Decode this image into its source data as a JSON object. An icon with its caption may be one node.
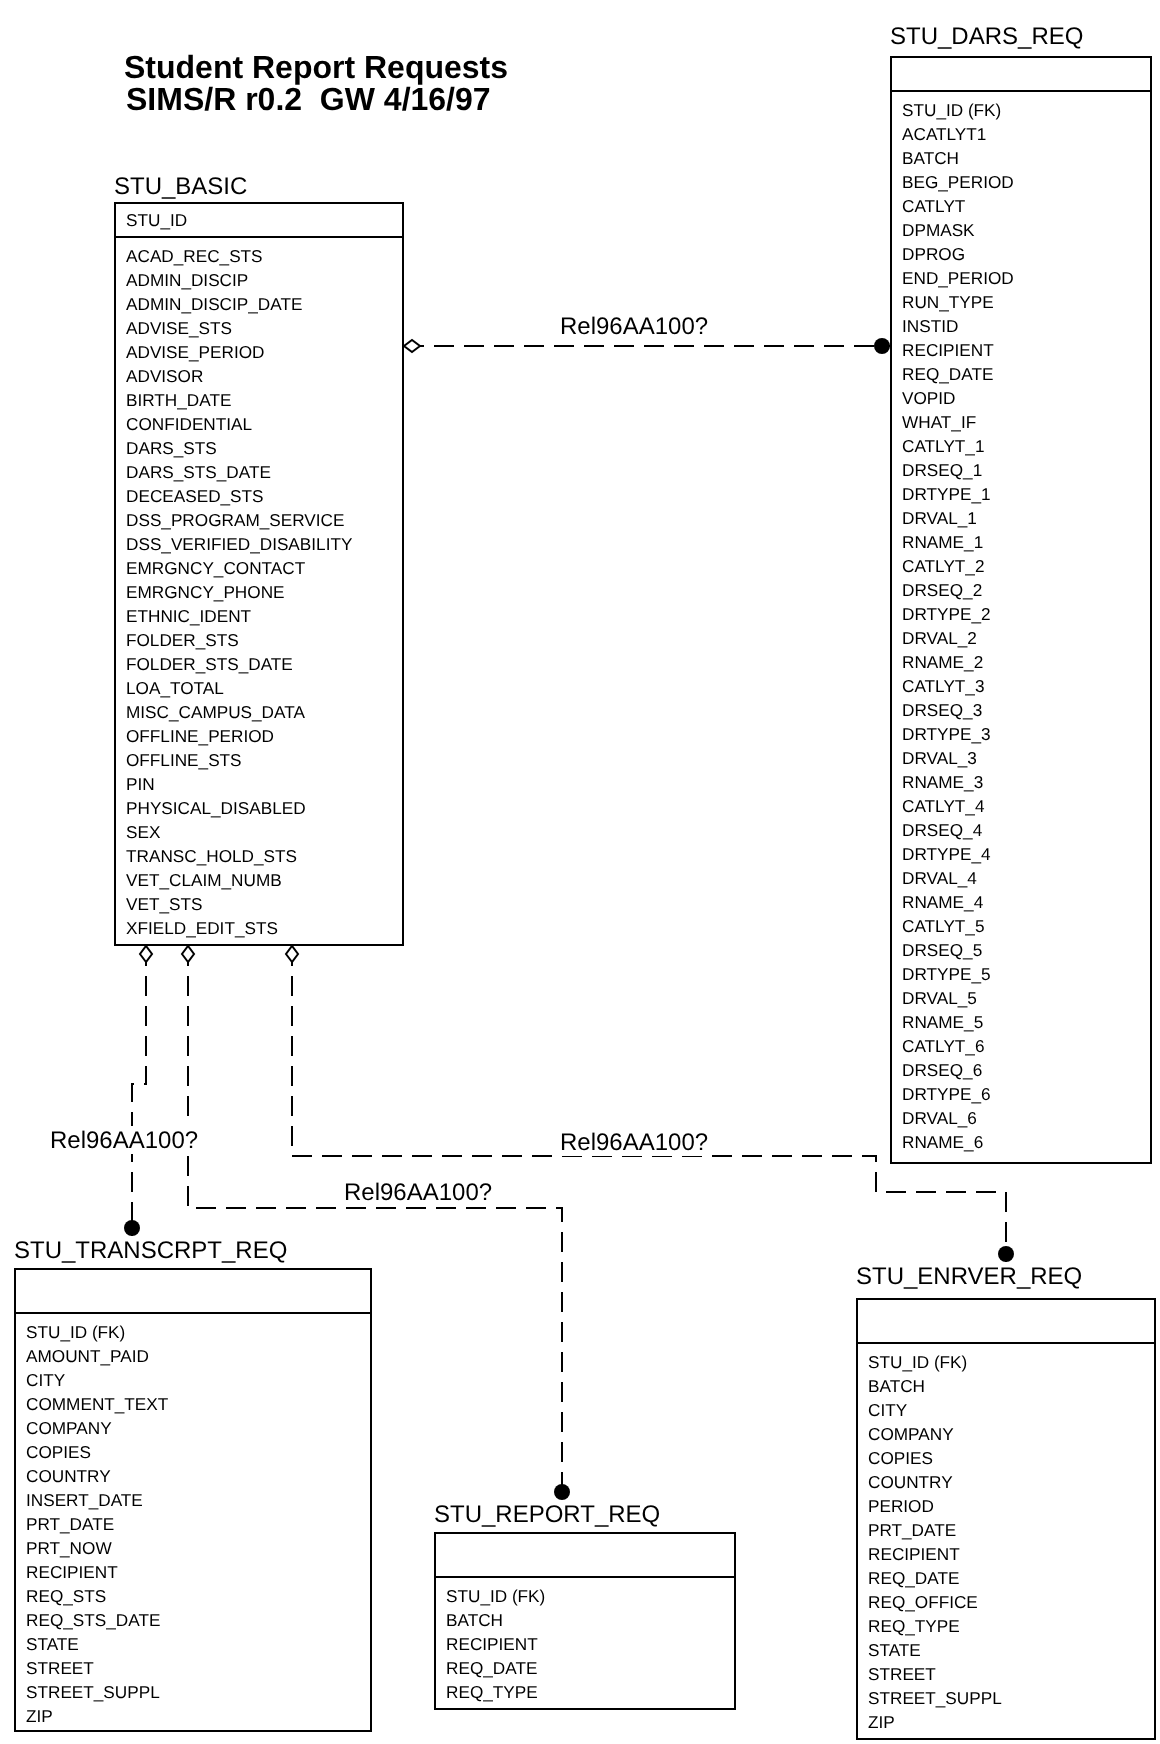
{
  "diagram": {
    "title": "Student Report Requests",
    "nodes": [
      {
        "text": [
          "STU_BASIC"
        ]
      },
      {
        "text": [
          "STU_ID"
        ],
        "in": 0
      },
      {
        "text": [
          "ACAD_REC_STS",
          "ADMIN_DISCIP",
          "ADMIN_DISCIP_DATE",
          "ADVISE_STS",
          "ADVISE_PERIOD",
          "ADVISOR",
          "BIRTH_DATE",
          "CONFIDENTIAL",
          "DARS_STS",
          "DARS_STS_DATE",
          "DECEASED_STS",
          "DSS_PROGRAM_SERVICE",
          "DSS_VERIFIED_DISABILITY",
          "EMRGNCY_CONTACT",
          "EMRGNCY_PHONE",
          "ETHNIC_IDENT",
          "FOLDER_STS",
          "FOLDER_STS_DATE",
          "LOA_TOTAL",
          "MISC_CAMPUS_DATA",
          "OFFLINE_PERIOD",
          "OFFLINE_STS",
          "PIN",
          "PHYSICAL_DISABLED",
          "SEX",
          "TRANSC_HOLD_STS",
          "VET_CLAIM_NUMB",
          "VET_STS",
          "XFIELD_EDIT_STS"
        ],
        "in": 0
      },
      {
        "text": [
          "STU_DARS_REQ"
        ]
      },
      {
        "text": [],
        "shape": "box",
        "in": 3
      },
      {
        "text": [
          "STU_ID (FK)",
          "ACATLYT1",
          "BATCH",
          "BEG_PERIOD",
          "CATLYT",
          "DPMASK",
          "DPROG",
          "END_PERIOD",
          "RUN_TYPE",
          "INSTID",
          "RECIPIENT",
          "REQ_DATE",
          "VOPID",
          "WHAT_IF",
          "CATLYT_1",
          "DRSEQ_1",
          "DRTYPE_1",
          "DRVAL_1",
          "RNAME_1",
          "CATLYT_2",
          "DRSEQ_2",
          "DRTYPE_2",
          "DRVAL_2",
          "RNAME_2",
          "CATLYT_3",
          "DRSEQ_3",
          "DRTYPE_3",
          "DRVAL_3",
          "RNAME_3",
          "CATLYT_4",
          "DRSEQ_4",
          "DRTYPE_4",
          "DRVAL_4",
          "RNAME_4",
          "CATLYT_5",
          "DRSEQ_5",
          "DRTYPE_5",
          "DRVAL_5",
          "RNAME_5",
          "CATLYT_6",
          "DRSEQ_6",
          "DRTYPE_6",
          "DRVAL_6",
          "RNAME_6"
        ],
        "in": 3
      },
      {
        "text": [
          "STU_TRANSCRPT_REQ"
        ]
      },
      {
        "text": [],
        "shape": "box",
        "in": 6
      },
      {
        "text": [
          "STU_ID (FK)",
          "AMOUNT_PAID",
          "CITY",
          "COMMENT_TEXT",
          "COMPANY",
          "COPIES",
          "COUNTRY",
          "INSERT_DATE",
          "PRT_DATE",
          "PRT_NOW",
          "RECIPIENT",
          "REQ_STS",
          "REQ_STS_DATE",
          "STATE",
          "STREET",
          "STREET_SUPPL",
          "ZIP"
        ],
        "in": 6
      },
      {
        "text": [
          "STU_REPORT_REQ"
        ]
      },
      {
        "text": [],
        "shape": "box",
        "in": 9
      },
      {
        "text": [
          "STU_ID (FK)",
          "BATCH",
          "RECIPIENT",
          "REQ_DATE",
          "REQ_TYPE"
        ],
        "in": 9
      },
      {
        "text": [
          "STU_ENRVER_REQ"
        ]
      },
      {
        "text": [],
        "shape": "box",
        "in": 12
      },
      {
        "text": [
          "STU_ID (FK)",
          "BATCH",
          "CITY",
          "COMPANY",
          "COPIES",
          "COUNTRY",
          "PERIOD",
          "PRT_DATE",
          "RECIPIENT",
          "REQ_DATE",
          "REQ_OFFICE",
          "REQ_TYPE",
          "STATE",
          "STREET",
          "STREET_SUPPL",
          "ZIP"
        ],
        "in": 12
      }
    ],
    "edges": [
      {
        "from": 0,
        "to": 3,
        "arrow": "other",
        "label": "Rel96AA100?",
        "style": "dashed"
      },
      {
        "from": 0,
        "to": 6,
        "arrow": "other",
        "label": "Rel96AA100?",
        "style": "dashed"
      },
      {
        "from": 0,
        "to": 9,
        "arrow": "other",
        "label": "Rel96AA100?",
        "style": "dashed"
      },
      {
        "from": 0,
        "to": 12,
        "arrow": "other",
        "label": "Rel96AA100?",
        "style": "dashed"
      }
    ],
    "labels": [
      "SIMS/R r0.2  GW 4/16/97"
    ]
  }
}
